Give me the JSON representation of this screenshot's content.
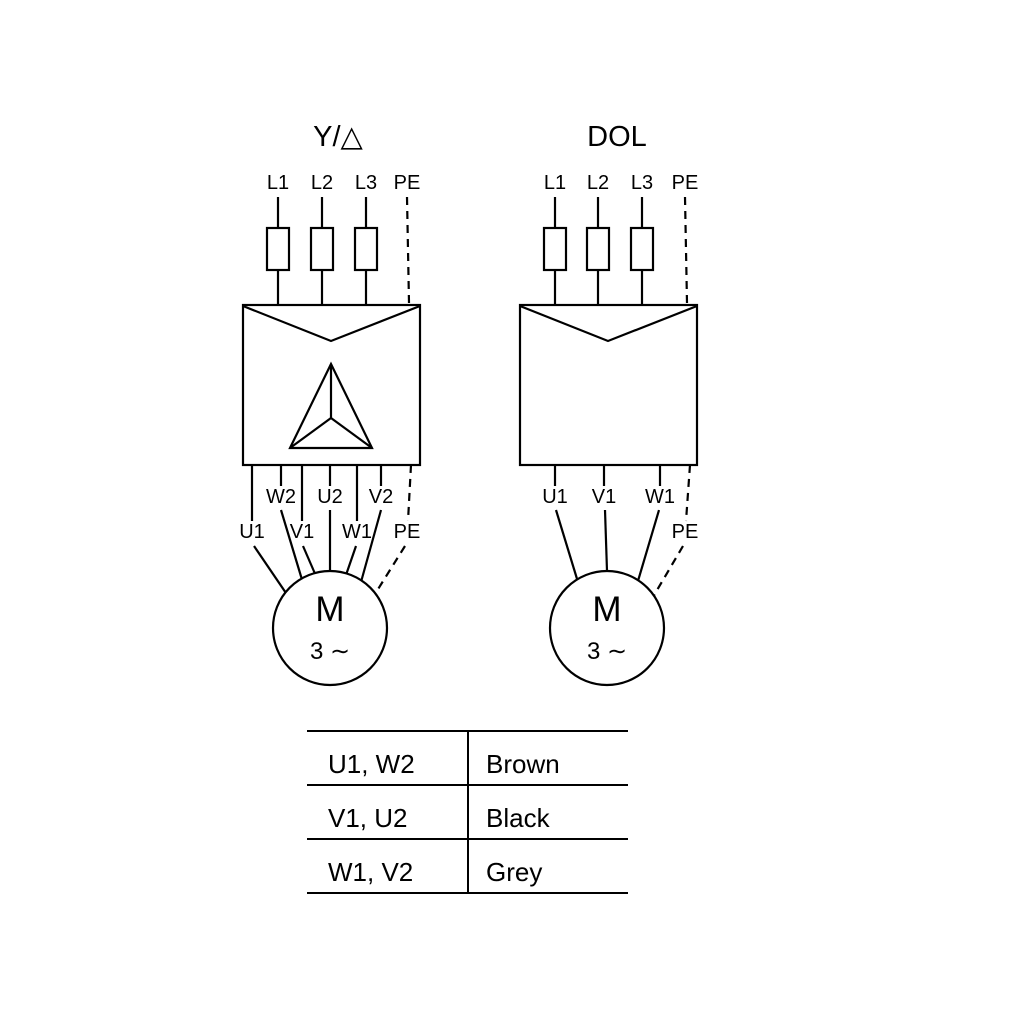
{
  "left": {
    "title": "Y/△",
    "supply": {
      "l1": "L1",
      "l2": "L2",
      "l3": "L3",
      "pe": "PE"
    },
    "terminals_upper": {
      "w2": "W2",
      "u2": "U2",
      "v2": "V2"
    },
    "terminals_lower": {
      "u1": "U1",
      "v1": "V1",
      "w1": "W1",
      "pe": "PE"
    },
    "motor": {
      "letter": "M",
      "phase": "3 ∼"
    }
  },
  "right": {
    "title": "DOL",
    "supply": {
      "l1": "L1",
      "l2": "L2",
      "l3": "L3",
      "pe": "PE"
    },
    "terminals": {
      "u1": "U1",
      "v1": "V1",
      "w1": "W1",
      "pe": "PE"
    },
    "motor": {
      "letter": "M",
      "phase": "3 ∼"
    }
  },
  "table": {
    "rows": [
      {
        "terminals": "U1, W2",
        "color": "Brown"
      },
      {
        "terminals": "V1, U2",
        "color": "Black"
      },
      {
        "terminals": "W1, V2",
        "color": "Grey"
      }
    ]
  },
  "colors": {
    "line": "#000000",
    "background": "#ffffff"
  }
}
